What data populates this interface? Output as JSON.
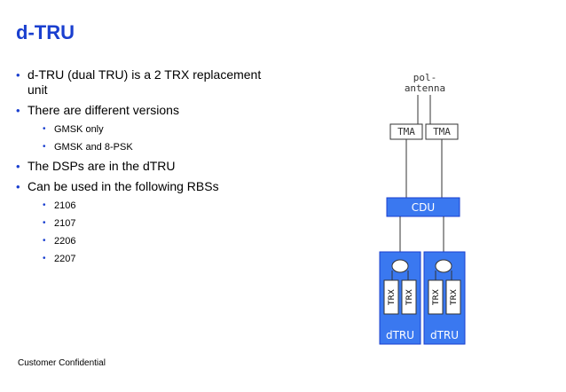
{
  "slide": {
    "title": "d-TRU",
    "footer": "Customer Confidential"
  },
  "bullets": {
    "b1_line1": "d-TRU (dual TRU) is a 2 TRX replacement",
    "b1_line2": "unit",
    "b2": "There are different versions",
    "b2_sub": [
      "GMSK only",
      "GMSK and 8-PSK"
    ],
    "b3": "The DSPs are in the dTRU",
    "b4": "Can be used in the following RBSs",
    "b4_sub": [
      "2106",
      "2107",
      "2206",
      "2207"
    ]
  },
  "diagram": {
    "antenna_line1": "pol-",
    "antenna_line2": "antenna",
    "tma_left": "TMA",
    "tma_right": "TMA",
    "cdu": "CDU",
    "trx_label": "TRX",
    "dtru_left": "dTRU",
    "dtru_right": "dTRU",
    "colors": {
      "blue_fill": "#3a78f0",
      "dark_blue": "#1a3fcf",
      "outline": "#333333"
    }
  }
}
